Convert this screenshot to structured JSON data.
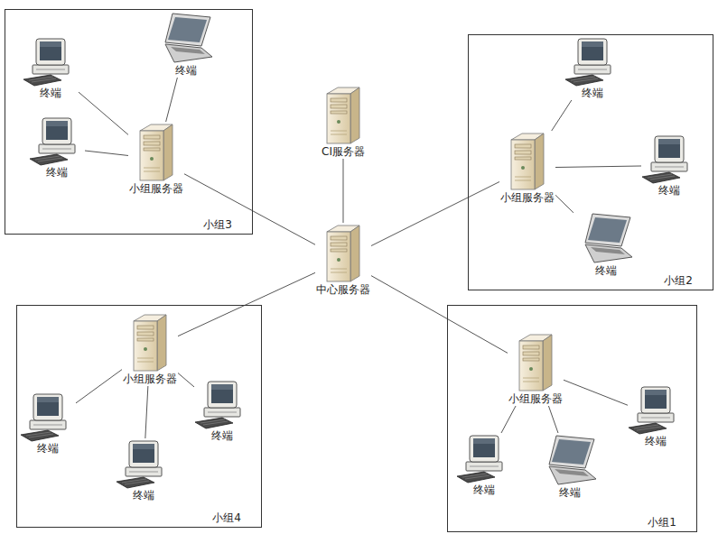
{
  "diagram": {
    "nodes": [
      {
        "text": [
          "小组3"
        ]
      },
      {
        "text": [
          "终端"
        ],
        "in": 0
      },
      {
        "text": [
          "终端"
        ],
        "in": 0
      },
      {
        "text": [
          "终端"
        ],
        "in": 0
      },
      {
        "text": [
          "小组服务器"
        ],
        "in": 0
      },
      {
        "text": [
          "CI服务器"
        ]
      },
      {
        "text": [
          "小组2"
        ]
      },
      {
        "text": [
          "终端"
        ],
        "in": 6
      },
      {
        "text": [
          "小组服务器"
        ],
        "in": 6
      },
      {
        "text": [
          "终端"
        ],
        "in": 6
      },
      {
        "text": [
          "终端"
        ],
        "in": 6
      },
      {
        "text": [
          "中心服务器"
        ]
      },
      {
        "text": [
          "小组4"
        ]
      },
      {
        "text": [
          "小组服务器"
        ],
        "in": 12
      },
      {
        "text": [
          "终端"
        ],
        "in": 12
      },
      {
        "text": [
          "终端"
        ],
        "in": 12
      },
      {
        "text": [
          "终端"
        ],
        "in": 12
      },
      {
        "text": [
          "小组1"
        ]
      },
      {
        "text": [
          "小组服务器"
        ],
        "in": 17
      },
      {
        "text": [
          "终端"
        ],
        "in": 17
      },
      {
        "text": [
          "终端"
        ],
        "in": 17
      },
      {
        "text": [
          "终端"
        ],
        "in": 17
      }
    ],
    "edges": [
      {
        "from": 1,
        "to": 4,
        "arrow": "none"
      },
      {
        "from": 2,
        "to": 4,
        "arrow": "none"
      },
      {
        "from": 3,
        "to": 4,
        "arrow": "none"
      },
      {
        "from": 4,
        "to": 11,
        "arrow": "none"
      },
      {
        "from": 5,
        "to": 11,
        "arrow": "none"
      },
      {
        "from": 7,
        "to": 8,
        "arrow": "none"
      },
      {
        "from": 9,
        "to": 8,
        "arrow": "none"
      },
      {
        "from": 10,
        "to": 8,
        "arrow": "none"
      },
      {
        "from": 8,
        "to": 11,
        "arrow": "none"
      },
      {
        "from": 13,
        "to": 11,
        "arrow": "none"
      },
      {
        "from": 13,
        "to": 14,
        "arrow": "none"
      },
      {
        "from": 13,
        "to": 15,
        "arrow": "none"
      },
      {
        "from": 13,
        "to": 16,
        "arrow": "none"
      },
      {
        "from": 18,
        "to": 11,
        "arrow": "none"
      },
      {
        "from": 18,
        "to": 19,
        "arrow": "none"
      },
      {
        "from": 18,
        "to": 20,
        "arrow": "none"
      },
      {
        "from": 18,
        "to": 21,
        "arrow": "none"
      }
    ]
  }
}
